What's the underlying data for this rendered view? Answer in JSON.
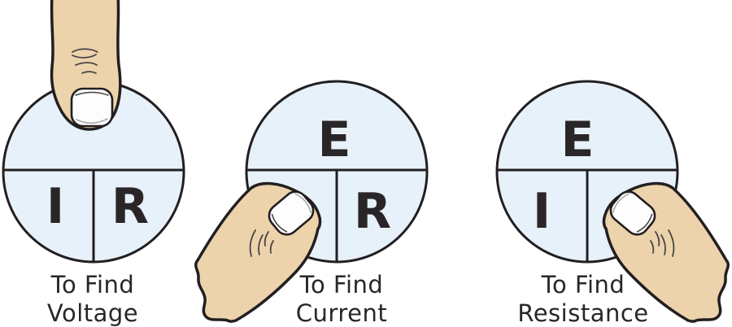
{
  "colors": {
    "circle_fill": "#e7f1fa",
    "line": "#231f20",
    "skin": "#ecd3ac",
    "nail": "#fdfdfd",
    "text": "#2a2627",
    "background": "#ffffff"
  },
  "circles": [
    {
      "id": "voltage",
      "letters": {
        "bottom_left": "I",
        "bottom_right": "R"
      },
      "finger_position": "top",
      "caption": {
        "line1": "To Find",
        "line2": "Voltage"
      }
    },
    {
      "id": "current",
      "letters": {
        "top": "E",
        "bottom_right": "R"
      },
      "finger_position": "bottom-left",
      "caption": {
        "line1": "To Find",
        "line2": "Current"
      }
    },
    {
      "id": "resistance",
      "letters": {
        "top": "E",
        "bottom_left": "I"
      },
      "finger_position": "bottom-right",
      "caption": {
        "line1": "To Find",
        "line2": "Resistance"
      }
    }
  ]
}
